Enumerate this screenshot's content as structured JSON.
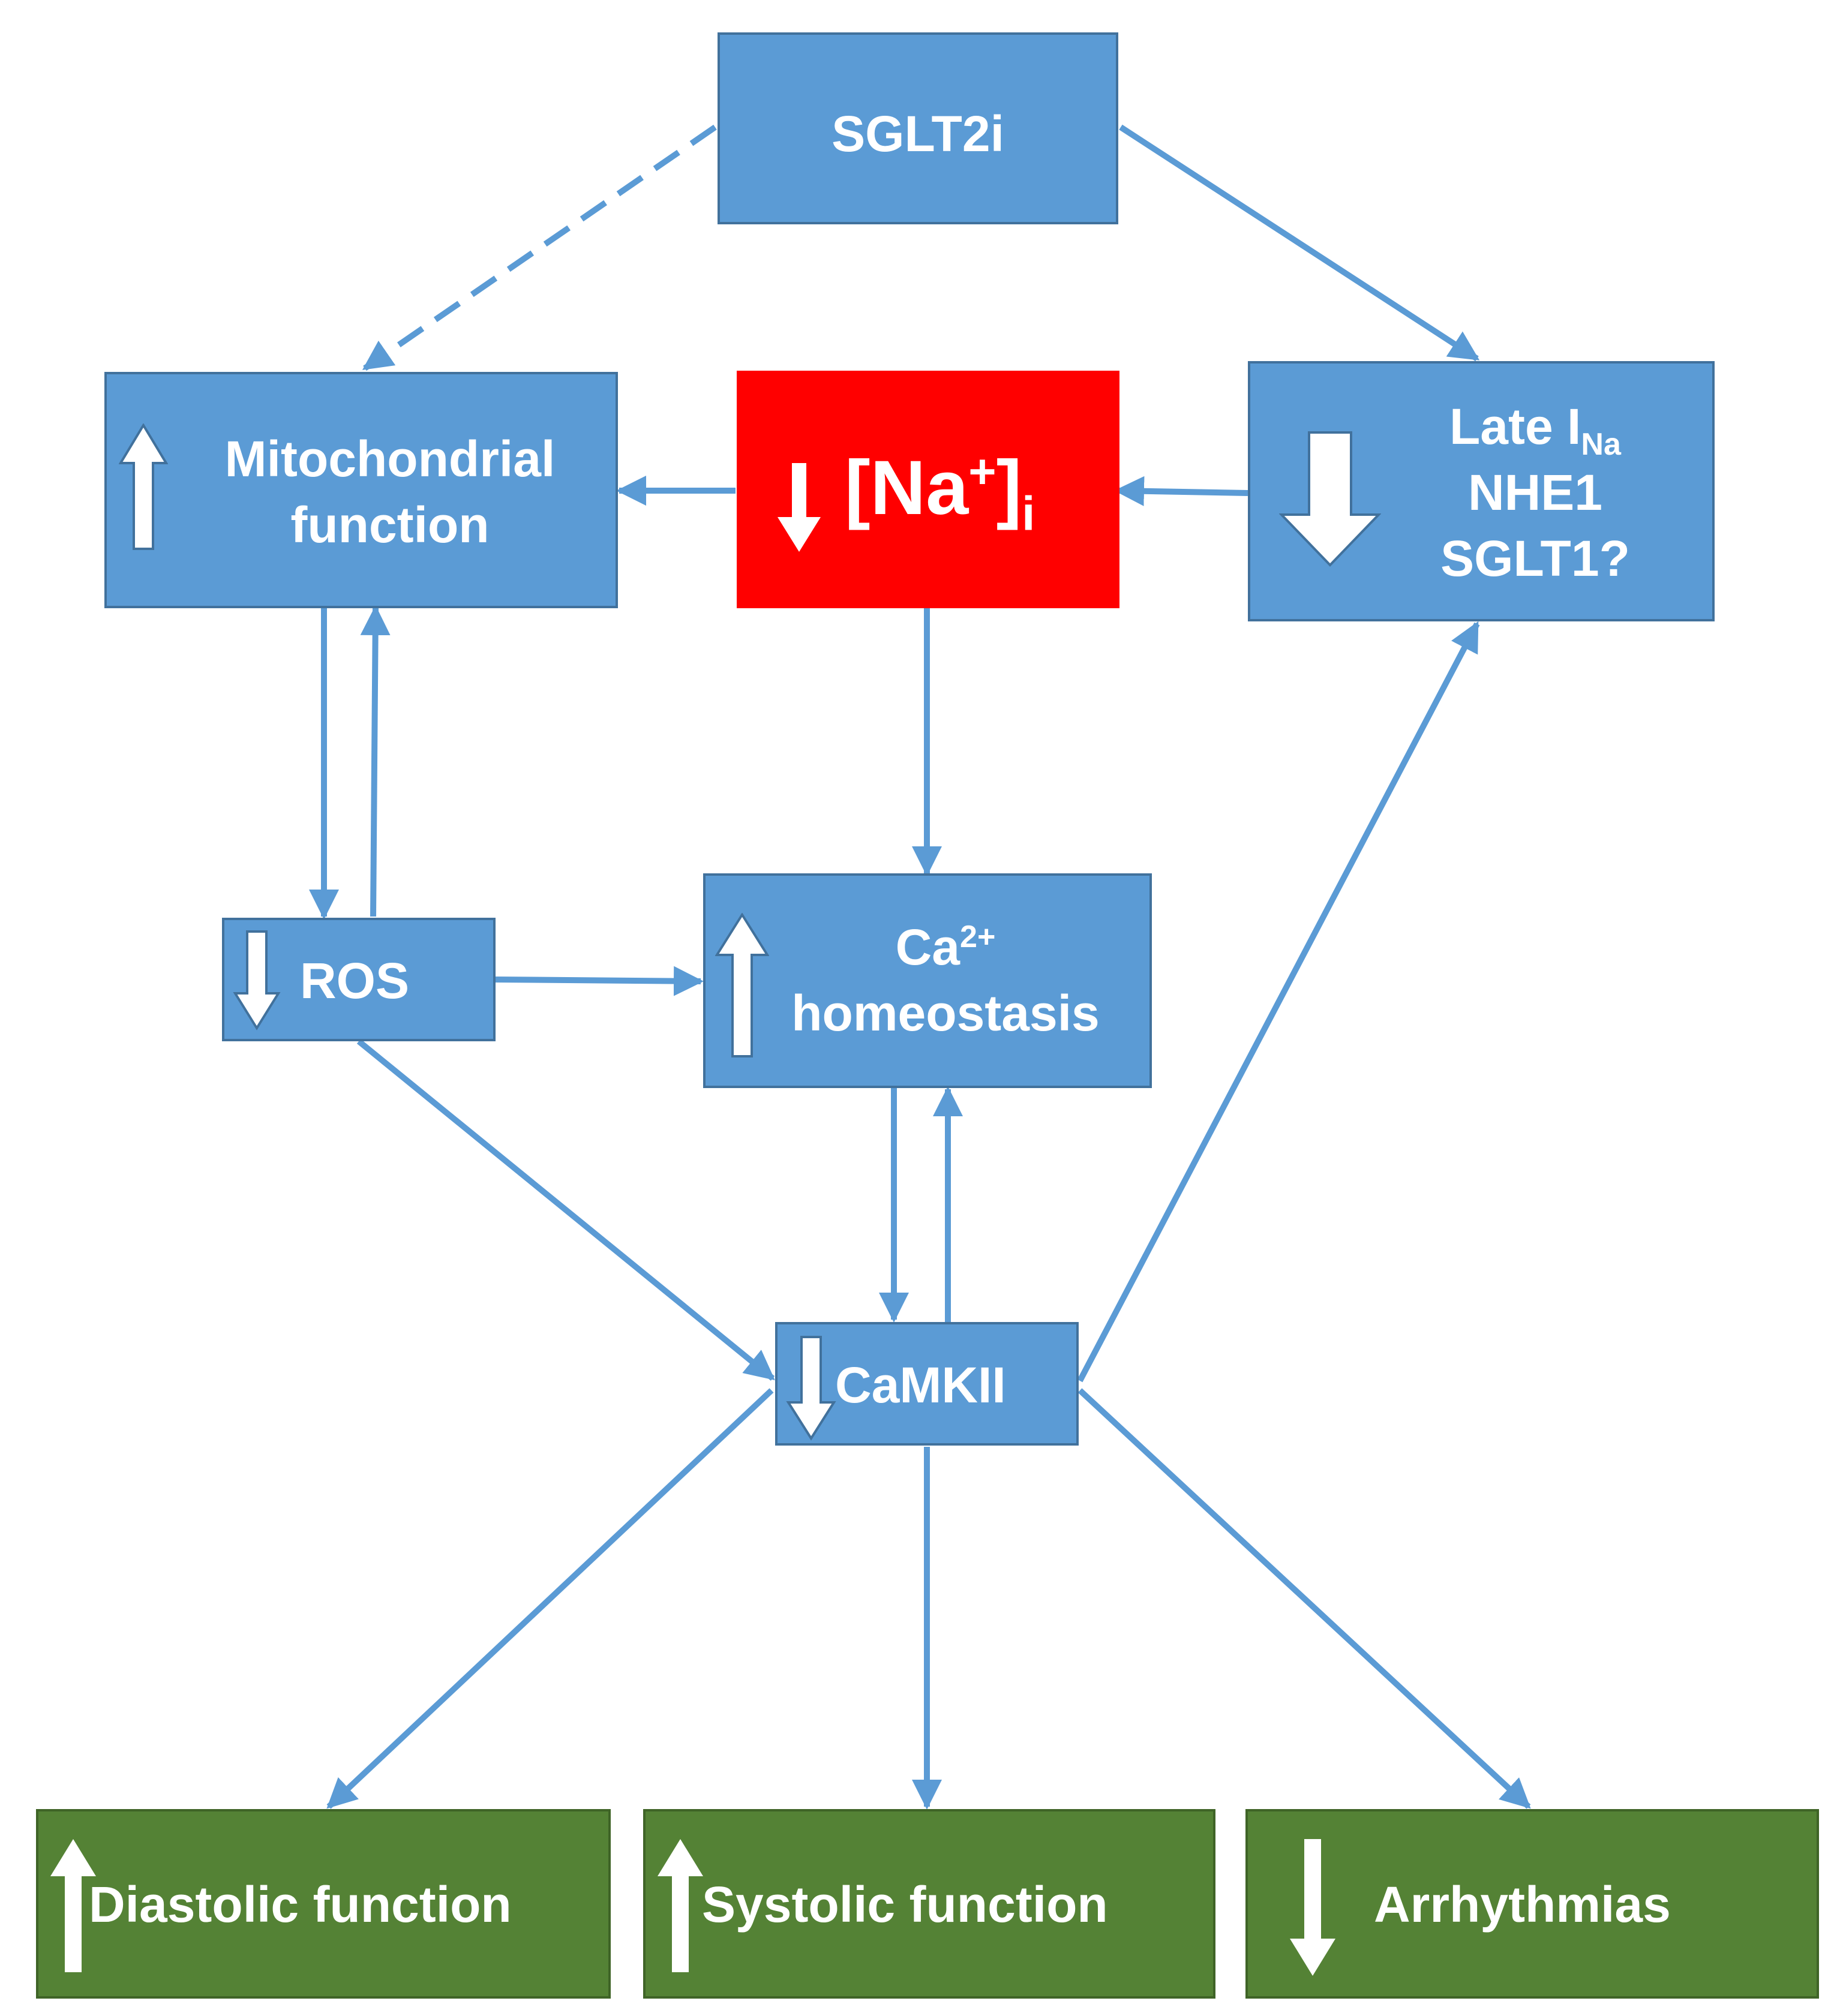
{
  "nodes": {
    "sglt2i": {
      "label": "SGLT2i"
    },
    "mito": {
      "line1": "Mitochondrial",
      "line2": "function",
      "arrow": "up"
    },
    "na": {
      "main": "[Na",
      "sup": "+",
      "tail": "]",
      "sub": "i",
      "arrow": "down"
    },
    "late": {
      "line1_main": "Late I",
      "line1_sub": "Na",
      "line2": "NHE1",
      "line3": "SGLT1?",
      "arrow": "down"
    },
    "ros": {
      "label": "ROS",
      "arrow": "down"
    },
    "ca": {
      "line1_main": "Ca",
      "line1_sup": "2+",
      "line2": "homeostasis",
      "arrow": "up"
    },
    "camkii": {
      "label": "CaMKII",
      "arrow": "down"
    },
    "diastolic": {
      "label": "Diastolic function",
      "arrow": "up"
    },
    "systolic": {
      "label": "Systolic function",
      "arrow": "up"
    },
    "arrhythmias": {
      "label": "Arrhythmias",
      "arrow": "down"
    }
  },
  "edges": [
    {
      "from": "sglt2i",
      "to": "mito",
      "style": "dashed"
    },
    {
      "from": "sglt2i",
      "to": "late",
      "style": "solid"
    },
    {
      "from": "na",
      "to": "mito",
      "style": "solid"
    },
    {
      "from": "late",
      "to": "na",
      "style": "solid"
    },
    {
      "from": "mito",
      "to": "ros",
      "style": "solid"
    },
    {
      "from": "ros",
      "to": "mito",
      "style": "solid"
    },
    {
      "from": "na",
      "to": "ca",
      "style": "solid"
    },
    {
      "from": "ros",
      "to": "ca",
      "style": "solid"
    },
    {
      "from": "ros",
      "to": "camkii",
      "style": "solid"
    },
    {
      "from": "ca",
      "to": "camkii",
      "style": "solid"
    },
    {
      "from": "camkii",
      "to": "ca",
      "style": "solid"
    },
    {
      "from": "camkii",
      "to": "late",
      "style": "solid"
    },
    {
      "from": "camkii",
      "to": "diastolic",
      "style": "solid"
    },
    {
      "from": "camkii",
      "to": "systolic",
      "style": "solid"
    },
    {
      "from": "camkii",
      "to": "arrhythmias",
      "style": "solid"
    }
  ],
  "colors": {
    "box_blue": "#5b9bd5",
    "box_red": "#ff0000",
    "box_green": "#548235",
    "edge": "#5b9bd5",
    "text": "#ffffff"
  }
}
